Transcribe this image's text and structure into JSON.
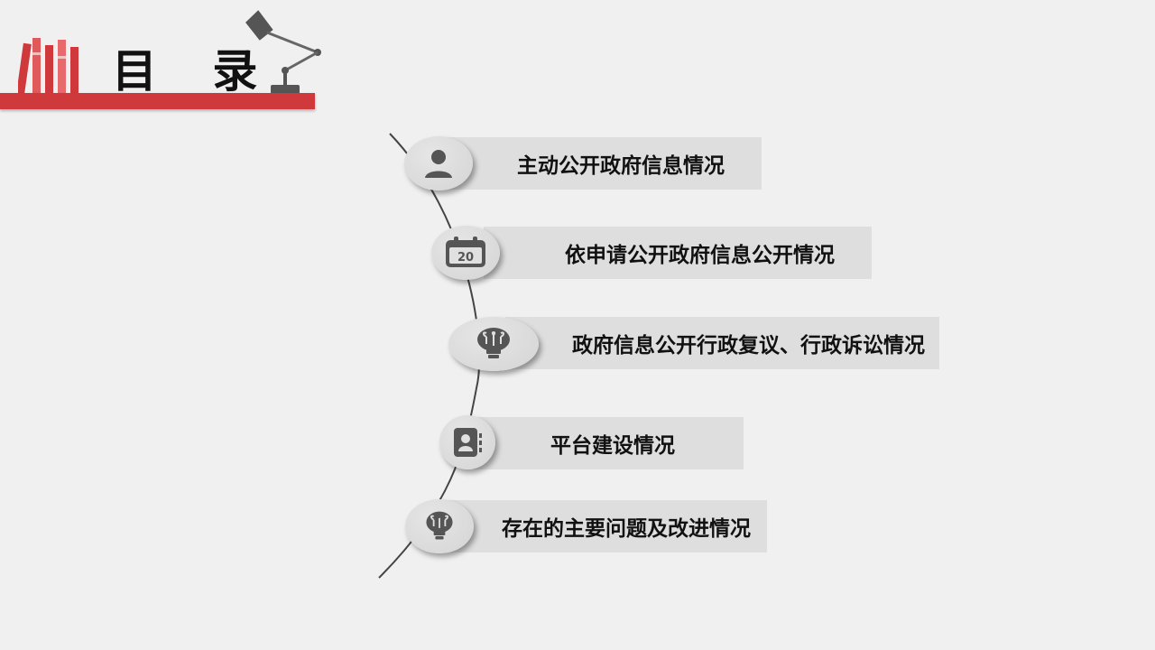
{
  "header": {
    "title": "目 录"
  },
  "menu": [
    {
      "label": "主动公开政府信息情况",
      "icon": "user-icon"
    },
    {
      "label": "依申请公开政府信息公开情况",
      "icon": "calendar-icon",
      "icon_text": "20"
    },
    {
      "label": "政府信息公开行政复议、行政诉讼情况",
      "icon": "lightbulb-icon"
    },
    {
      "label": "平台建设情况",
      "icon": "contact-book-icon"
    },
    {
      "label": "存在的主要问题及改进情况",
      "icon": "lightbulb-icon"
    }
  ],
  "colors": {
    "accent": "#d0393b",
    "icon": "#555555",
    "bar": "#dedede"
  }
}
